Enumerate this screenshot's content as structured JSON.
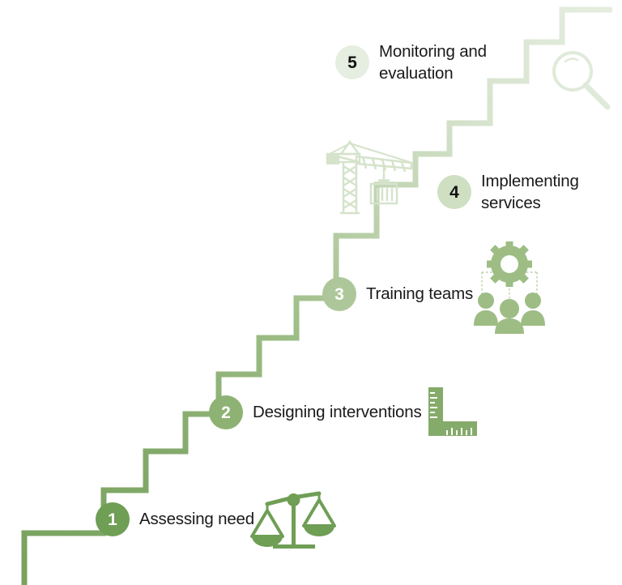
{
  "diagram": {
    "title": "Five-step staircase process diagram",
    "background_color": "#ffffff",
    "stair_color_bottom": "#77a15c",
    "stair_color_top": "#e3ecdd",
    "steps": [
      {
        "number": "1",
        "label": "Assessing need",
        "icon": "scales-icon",
        "badge_fill": "#6f9e55",
        "badge_text_color": "#ffffff",
        "icon_color": "#6f9e55"
      },
      {
        "number": "2",
        "label": "Designing interventions",
        "icon": "carpenter-square-icon",
        "badge_fill": "#8eb273",
        "badge_text_color": "#ffffff",
        "icon_color": "#85ab6b"
      },
      {
        "number": "3",
        "label": "Training teams",
        "icon": "team-gear-icon",
        "badge_fill": "#aec79a",
        "badge_text_color": "#ffffff",
        "icon_color": "#9dbd84"
      },
      {
        "number": "4",
        "label": "Implementing\nservices",
        "icon": "crane-icon",
        "badge_fill": "#cfdfc2",
        "badge_text_color": "#111111",
        "icon_color": "#d5e3cb"
      },
      {
        "number": "5",
        "label": "Monitoring and\nevaluation",
        "icon": "magnifier-icon",
        "badge_fill": "#e5eee0",
        "badge_text_color": "#111111",
        "icon_color": "#e3ecdd"
      }
    ]
  }
}
